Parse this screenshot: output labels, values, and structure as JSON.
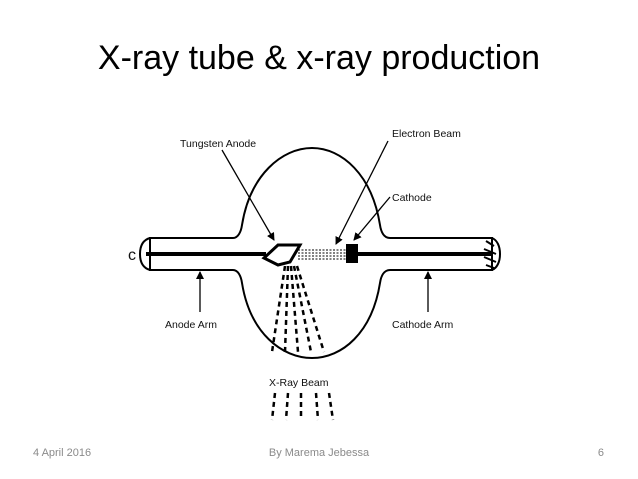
{
  "slide": {
    "title": "X-ray tube & x-ray production"
  },
  "diagram": {
    "labels": {
      "tungsten_anode": "Tungsten Anode",
      "electron_beam": "Electron Beam",
      "cathode": "Cathode",
      "anode_arm": "Anode Arm",
      "cathode_arm": "Cathode Arm",
      "xray_beam": "X-Ray Beam"
    }
  },
  "footer": {
    "date": "4 April 2016",
    "author": "By Marema Jebessa",
    "page_number": "6"
  }
}
